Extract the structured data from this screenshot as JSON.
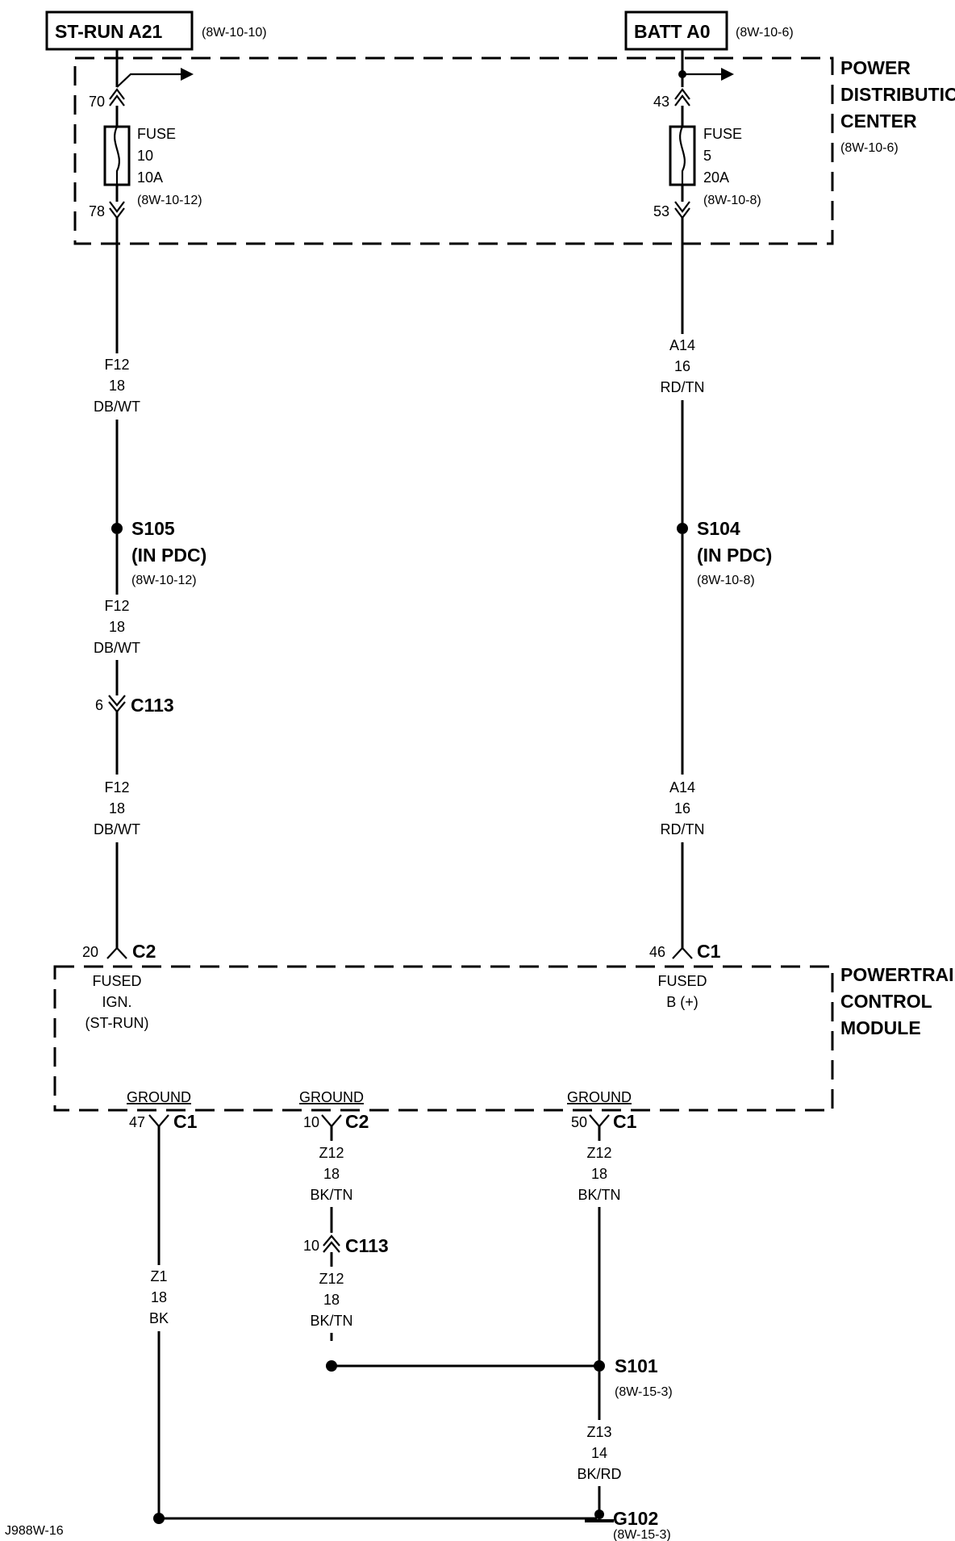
{
  "sources": {
    "left": {
      "name": "ST-RUN A21",
      "ref": "(8W-10-10)"
    },
    "right": {
      "name": "BATT A0",
      "ref": "(8W-10-6)"
    }
  },
  "pdc": {
    "line1": "POWER",
    "line2": "DISTRIBUTION",
    "line3": "CENTER",
    "ref": "(8W-10-6)"
  },
  "fuses": {
    "left": {
      "pin_in": "70",
      "pin_out": "78",
      "label": "FUSE",
      "number": "10",
      "rating": "10A",
      "ref": "(8W-10-12)"
    },
    "right": {
      "pin_in": "43",
      "pin_out": "53",
      "label": "FUSE",
      "number": "5",
      "rating": "20A",
      "ref": "(8W-10-8)"
    }
  },
  "wires": {
    "f12_a": {
      "id": "F12",
      "gauge": "18",
      "color": "DB/WT"
    },
    "f12_b": {
      "id": "F12",
      "gauge": "18",
      "color": "DB/WT"
    },
    "f12_c": {
      "id": "F12",
      "gauge": "18",
      "color": "DB/WT"
    },
    "a14_a": {
      "id": "A14",
      "gauge": "16",
      "color": "RD/TN"
    },
    "a14_b": {
      "id": "A14",
      "gauge": "16",
      "color": "RD/TN"
    },
    "z12_a": {
      "id": "Z12",
      "gauge": "18",
      "color": "BK/TN"
    },
    "z12_b": {
      "id": "Z12",
      "gauge": "18",
      "color": "BK/TN"
    },
    "z12_c": {
      "id": "Z12",
      "gauge": "18",
      "color": "BK/TN"
    },
    "z1": {
      "id": "Z1",
      "gauge": "18",
      "color": "BK"
    },
    "z13": {
      "id": "Z13",
      "gauge": "14",
      "color": "BK/RD"
    }
  },
  "splices": {
    "s105": {
      "name": "S105",
      "loc": "(IN PDC)",
      "ref": "(8W-10-12)"
    },
    "s104": {
      "name": "S104",
      "loc": "(IN PDC)",
      "ref": "(8W-10-8)"
    },
    "s101": {
      "name": "S101",
      "ref": "(8W-15-3)"
    }
  },
  "connectors": {
    "c113_top": {
      "pin": "6",
      "name": "C113"
    },
    "c2_fused": {
      "pin": "20",
      "name": "C2"
    },
    "c1_fused": {
      "pin": "46",
      "name": "C1"
    },
    "c1_gnd_a": {
      "pin": "47",
      "name": "C1"
    },
    "c2_gnd": {
      "pin": "10",
      "name": "C2"
    },
    "c1_gnd_b": {
      "pin": "50",
      "name": "C1"
    },
    "c113_bottom": {
      "pin": "10",
      "name": "C113"
    }
  },
  "pcm": {
    "line1": "POWERTRAIN",
    "line2": "CONTROL",
    "line3": "MODULE",
    "fused_ign": {
      "l1": "FUSED",
      "l2": "IGN.",
      "l3": "(ST-RUN)"
    },
    "fused_b": {
      "l1": "FUSED",
      "l2": "B (+)"
    },
    "ground_label": "GROUND"
  },
  "ground": {
    "name": "G102",
    "ref": "(8W-15-3)"
  },
  "figure_id": "J988W-16"
}
